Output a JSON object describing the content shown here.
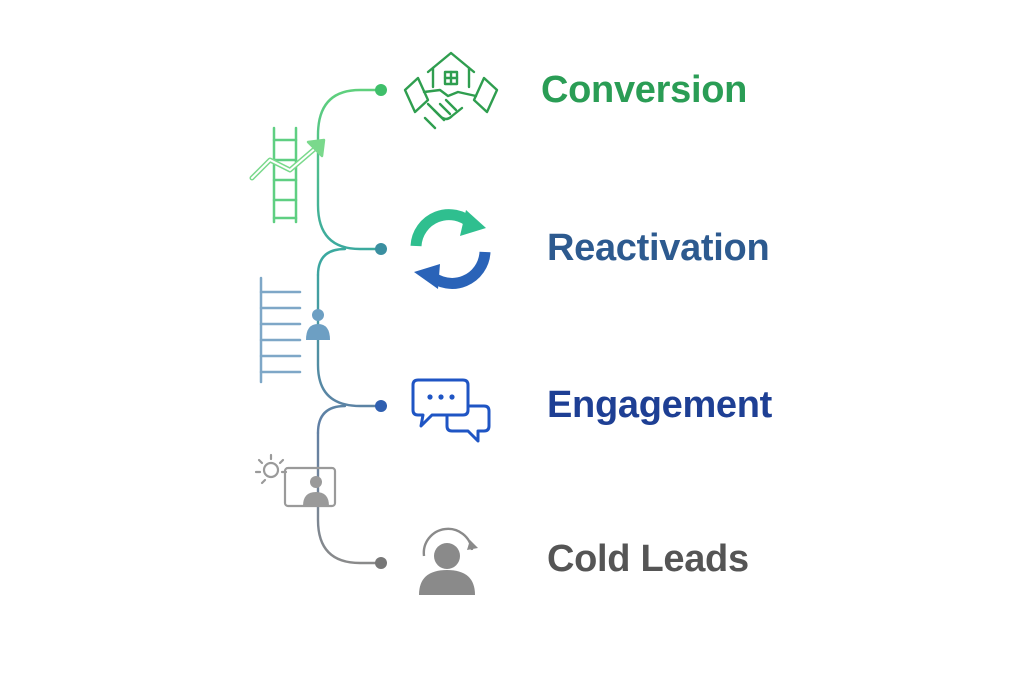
{
  "stages": [
    {
      "label": "Conversion",
      "color": "#2a9d55",
      "icon": "house-handshake-icon"
    },
    {
      "label": "Reactivation",
      "color": "#2d5a8f",
      "icon": "refresh-cycle-icon"
    },
    {
      "label": "Engagement",
      "color": "#1e3f94",
      "icon": "chat-bubbles-icon"
    },
    {
      "label": "Cold Leads",
      "color": "#555555",
      "icon": "user-target-icon"
    }
  ],
  "connectors": [
    {
      "icon": "ladder-growth-arrow-icon",
      "color": "#5fcf82"
    },
    {
      "icon": "ladder-person-icon",
      "color": "#6d9fc3"
    },
    {
      "icon": "idea-presentation-icon",
      "color": "#9a9a9a"
    }
  ]
}
